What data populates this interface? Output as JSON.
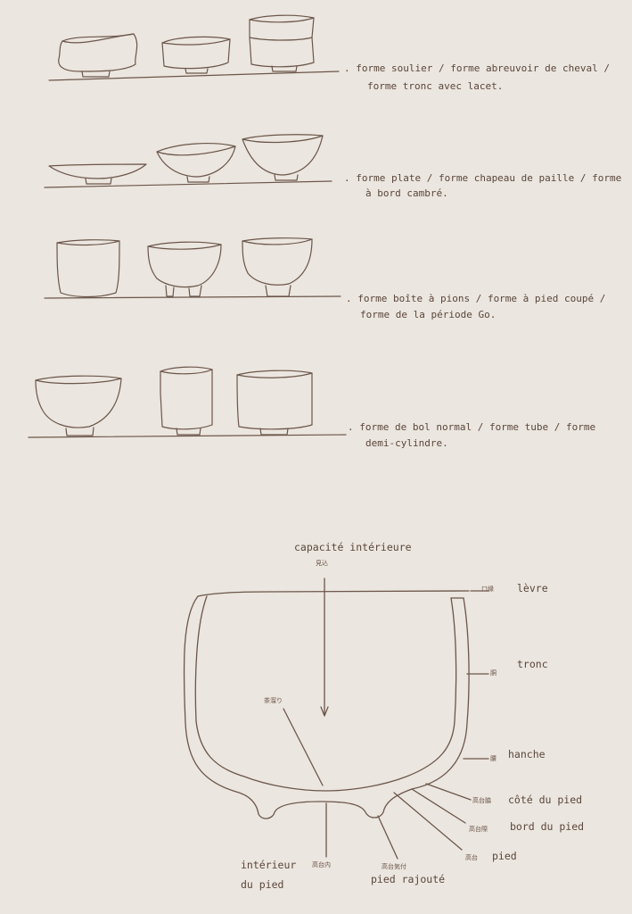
{
  "rows": [
    {
      "line1": ". forme soulier / forme abreuvoir de cheval /",
      "line2": "forme tronc avec lacet."
    },
    {
      "line1": ". forme plate / forme chapeau de paille / forme",
      "line2": "à bord cambré."
    },
    {
      "line1": ". forme boîte à pions / forme à pied coupé /",
      "line2": "forme de la période Go."
    },
    {
      "line1": ". forme de bol normal / forme tube / forme",
      "line2": "demi-cylindre."
    }
  ],
  "diagram": {
    "capacity_label": "capacité intérieure",
    "capacity_jp": "見込",
    "chadamari_jp": "茶溜り",
    "levre": "lèvre",
    "levre_jp": "口縁",
    "tronc": "tronc",
    "tronc_jp": "胴",
    "hanche": "hanche",
    "hanche_jp": "腰",
    "cote_pied": "côté du pied",
    "cote_pied_jp": "高台脇",
    "bord_pied": "bord du pied",
    "bord_pied_jp": "高台際",
    "pied": "pied",
    "pied_jp": "高台",
    "interieur_l1": "intérieur",
    "interieur_l2": "du pied",
    "interieur_jp": "高台内",
    "pied_rajoute": "pied rajouté",
    "pied_rajoute_jp": "高台気付"
  }
}
